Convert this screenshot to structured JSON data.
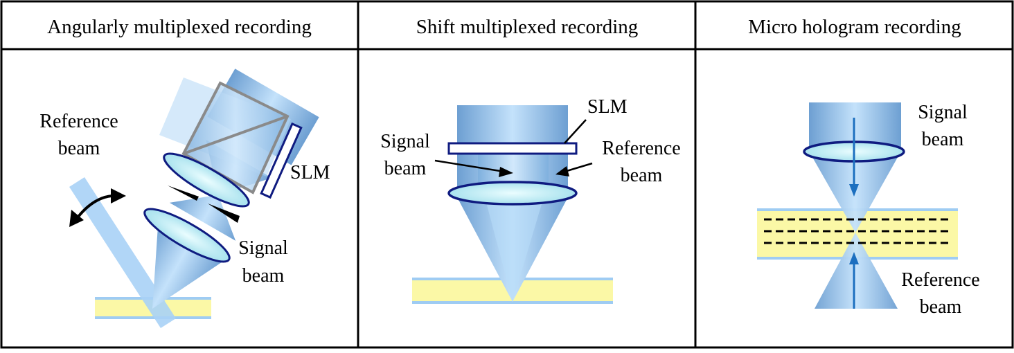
{
  "panels": [
    {
      "title": "Angularly multiplexed recording",
      "labels": {
        "reference_1": "Reference",
        "reference_2": "beam",
        "slm": "SLM",
        "signal_1": "Signal",
        "signal_2": "beam"
      }
    },
    {
      "title": "Shift multiplexed recording",
      "labels": {
        "slm": "SLM",
        "signal_1": "Signal",
        "signal_2": "beam",
        "reference_1": "Reference",
        "reference_2": "beam"
      }
    },
    {
      "title": "Micro hologram recording",
      "labels": {
        "signal_1": "Signal",
        "signal_2": "beam",
        "reference_1": "Reference",
        "reference_2": "beam"
      }
    }
  ],
  "colors": {
    "beam_light": "#c4e2fb",
    "beam_mid": "#9ccaf3",
    "beam_dark": "#6d9fd2",
    "lens_fill": "#c9f2f6",
    "lens_edge": "#0f1b80",
    "medium_fill": "#fbf8a6",
    "medium_edge": "#9fccf3",
    "slm_edge": "#0f1b80",
    "prism_edge": "#8a8a8a",
    "arrow_blue": "#1c6fbf"
  }
}
